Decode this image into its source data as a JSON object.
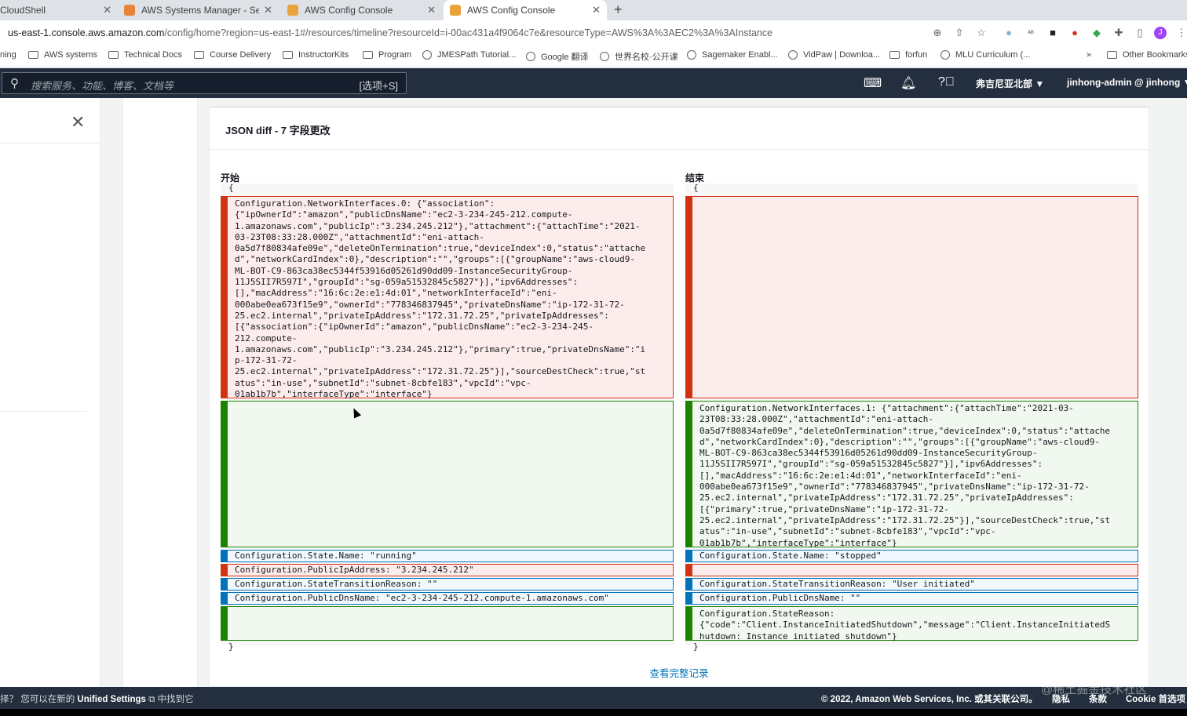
{
  "browser": {
    "tabs": [
      {
        "title": "CloudShell",
        "color": "#dee1e6"
      },
      {
        "title": "AWS Systems Manager - Sessi",
        "color": "#e8833a"
      },
      {
        "title": "AWS Config Console",
        "color": "#e8a33a"
      },
      {
        "title": "AWS Config Console",
        "color": "#e8a33a"
      }
    ],
    "new_tab": "+",
    "url_host": "us-east-1.console.aws.amazon.com",
    "url_rest": "/config/home?region=us-east-1#/resources/timeline?resourceId=i-00ac431a4f9064c7e&resourceType=AWS%3A%3AEC2%3A%3AInstance",
    "bookmarks": [
      {
        "label": "ning",
        "icon": "none"
      },
      {
        "label": "AWS systems",
        "icon": "folder"
      },
      {
        "label": "Technical Docs",
        "icon": "folder"
      },
      {
        "label": "Course Delivery",
        "icon": "folder"
      },
      {
        "label": "InstructorKits",
        "icon": "folder"
      },
      {
        "label": "Program",
        "icon": "folder"
      },
      {
        "label": "JMESPath Tutorial...",
        "icon": "globe"
      },
      {
        "label": "Google 翻译",
        "icon": "globe"
      },
      {
        "label": "世界名校·公开课",
        "icon": "globe"
      },
      {
        "label": "Sagemaker Enabl...",
        "icon": "globe"
      },
      {
        "label": "VidPaw | Downloa...",
        "icon": "globe"
      },
      {
        "label": "forfun",
        "icon": "folder"
      },
      {
        "label": "MLU Curriculum (...",
        "icon": "globe"
      },
      {
        "label": "»",
        "icon": "none"
      },
      {
        "label": "Other Bookmarks",
        "icon": "folder"
      }
    ]
  },
  "aws_nav": {
    "search_placeholder": "搜索服务、功能、博客、文档等",
    "search_shortcut": "[选项+S]",
    "region": "弗吉尼亚北部 ▼",
    "account": "jinhong-admin @ jinhong ▼"
  },
  "sidepanel": {
    "close": "✕"
  },
  "diff": {
    "title": "JSON diff - 7 字段更改",
    "start_label": "开始",
    "end_label": "结束",
    "open_brace": "{",
    "close_brace": "}",
    "left": [
      {
        "kind": "red",
        "text": "Configuration.NetworkInterfaces.0: {\"association\":\n{\"ipOwnerId\":\"amazon\",\"publicDnsName\":\"ec2-3-234-245-212.compute-\n1.amazonaws.com\",\"publicIp\":\"3.234.245.212\"},\"attachment\":{\"attachTime\":\"2021-\n03-23T08:33:28.000Z\",\"attachmentId\":\"eni-attach-\n0a5d7f80834afe09e\",\"deleteOnTermination\":true,\"deviceIndex\":0,\"status\":\"attache\nd\",\"networkCardIndex\":0},\"description\":\"\",\"groups\":[{\"groupName\":\"aws-cloud9-\nML-BOT-C9-863ca38ec5344f53916d05261d90dd09-InstanceSecurityGroup-\n11J5SII7R597I\",\"groupId\":\"sg-059a51532845c5827\"}],\"ipv6Addresses\":\n[],\"macAddress\":\"16:6c:2e:e1:4d:01\",\"networkInterfaceId\":\"eni-\n000abe0ea673f15e9\",\"ownerId\":\"778346837945\",\"privateDnsName\":\"ip-172-31-72-\n25.ec2.internal\",\"privateIpAddress\":\"172.31.72.25\",\"privateIpAddresses\":\n[{\"association\":{\"ipOwnerId\":\"amazon\",\"publicDnsName\":\"ec2-3-234-245-\n212.compute-\n1.amazonaws.com\",\"publicIp\":\"3.234.245.212\"},\"primary\":true,\"privateDnsName\":\"i\np-172-31-72-\n25.ec2.internal\",\"privateIpAddress\":\"172.31.72.25\"}],\"sourceDestCheck\":true,\"st\natus\":\"in-use\",\"subnetId\":\"subnet-8cbfe183\",\"vpcId\":\"vpc-\n01ab1b7b\",\"interfaceType\":\"interface\"}"
      },
      {
        "kind": "green",
        "text": ""
      },
      {
        "kind": "blue",
        "text": "Configuration.State.Name: \"running\""
      },
      {
        "kind": "red",
        "text": "Configuration.PublicIpAddress: \"3.234.245.212\""
      },
      {
        "kind": "blue",
        "text": "Configuration.StateTransitionReason: \"\""
      },
      {
        "kind": "blue",
        "text": "Configuration.PublicDnsName: \"ec2-3-234-245-212.compute-1.amazonaws.com\""
      },
      {
        "kind": "green",
        "text": ""
      }
    ],
    "right": [
      {
        "kind": "red",
        "text": ""
      },
      {
        "kind": "green",
        "text": "Configuration.NetworkInterfaces.1: {\"attachment\":{\"attachTime\":\"2021-03-\n23T08:33:28.000Z\",\"attachmentId\":\"eni-attach-\n0a5d7f80834afe09e\",\"deleteOnTermination\":true,\"deviceIndex\":0,\"status\":\"attache\nd\",\"networkCardIndex\":0},\"description\":\"\",\"groups\":[{\"groupName\":\"aws-cloud9-\nML-BOT-C9-863ca38ec5344f53916d05261d90dd09-InstanceSecurityGroup-\n11J5SII7R597I\",\"groupId\":\"sg-059a51532845c5827\"}],\"ipv6Addresses\":\n[],\"macAddress\":\"16:6c:2e:e1:4d:01\",\"networkInterfaceId\":\"eni-\n000abe0ea673f15e9\",\"ownerId\":\"778346837945\",\"privateDnsName\":\"ip-172-31-72-\n25.ec2.internal\",\"privateIpAddress\":\"172.31.72.25\",\"privateIpAddresses\":\n[{\"primary\":true,\"privateDnsName\":\"ip-172-31-72-\n25.ec2.internal\",\"privateIpAddress\":\"172.31.72.25\"}],\"sourceDestCheck\":true,\"st\natus\":\"in-use\",\"subnetId\":\"subnet-8cbfe183\",\"vpcId\":\"vpc-\n01ab1b7b\",\"interfaceType\":\"interface\"}"
      },
      {
        "kind": "blue",
        "text": "Configuration.State.Name: \"stopped\""
      },
      {
        "kind": "red",
        "text": ""
      },
      {
        "kind": "blue",
        "text": "Configuration.StateTransitionReason: \"User initiated\""
      },
      {
        "kind": "blue",
        "text": "Configuration.PublicDnsName: \"\""
      },
      {
        "kind": "green",
        "text": "Configuration.StateReason:\n{\"code\":\"Client.InstanceInitiatedShutdown\",\"message\":\"Client.InstanceInitiatedS\nhutdown: Instance initiated shutdown\"}"
      }
    ],
    "view_full": "查看完整记录"
  },
  "footer": {
    "left_prefix": "择？ 您可以在新的 ",
    "left_bold": "Unified Settings",
    "left_suffix": " 中找到它",
    "copyright": "© 2022, Amazon Web Services, Inc. 或其关联公司。",
    "privacy": "隐私",
    "terms": "条款",
    "cookie": "Cookie 首选项"
  },
  "watermark": "@稀土掘金技术社区"
}
